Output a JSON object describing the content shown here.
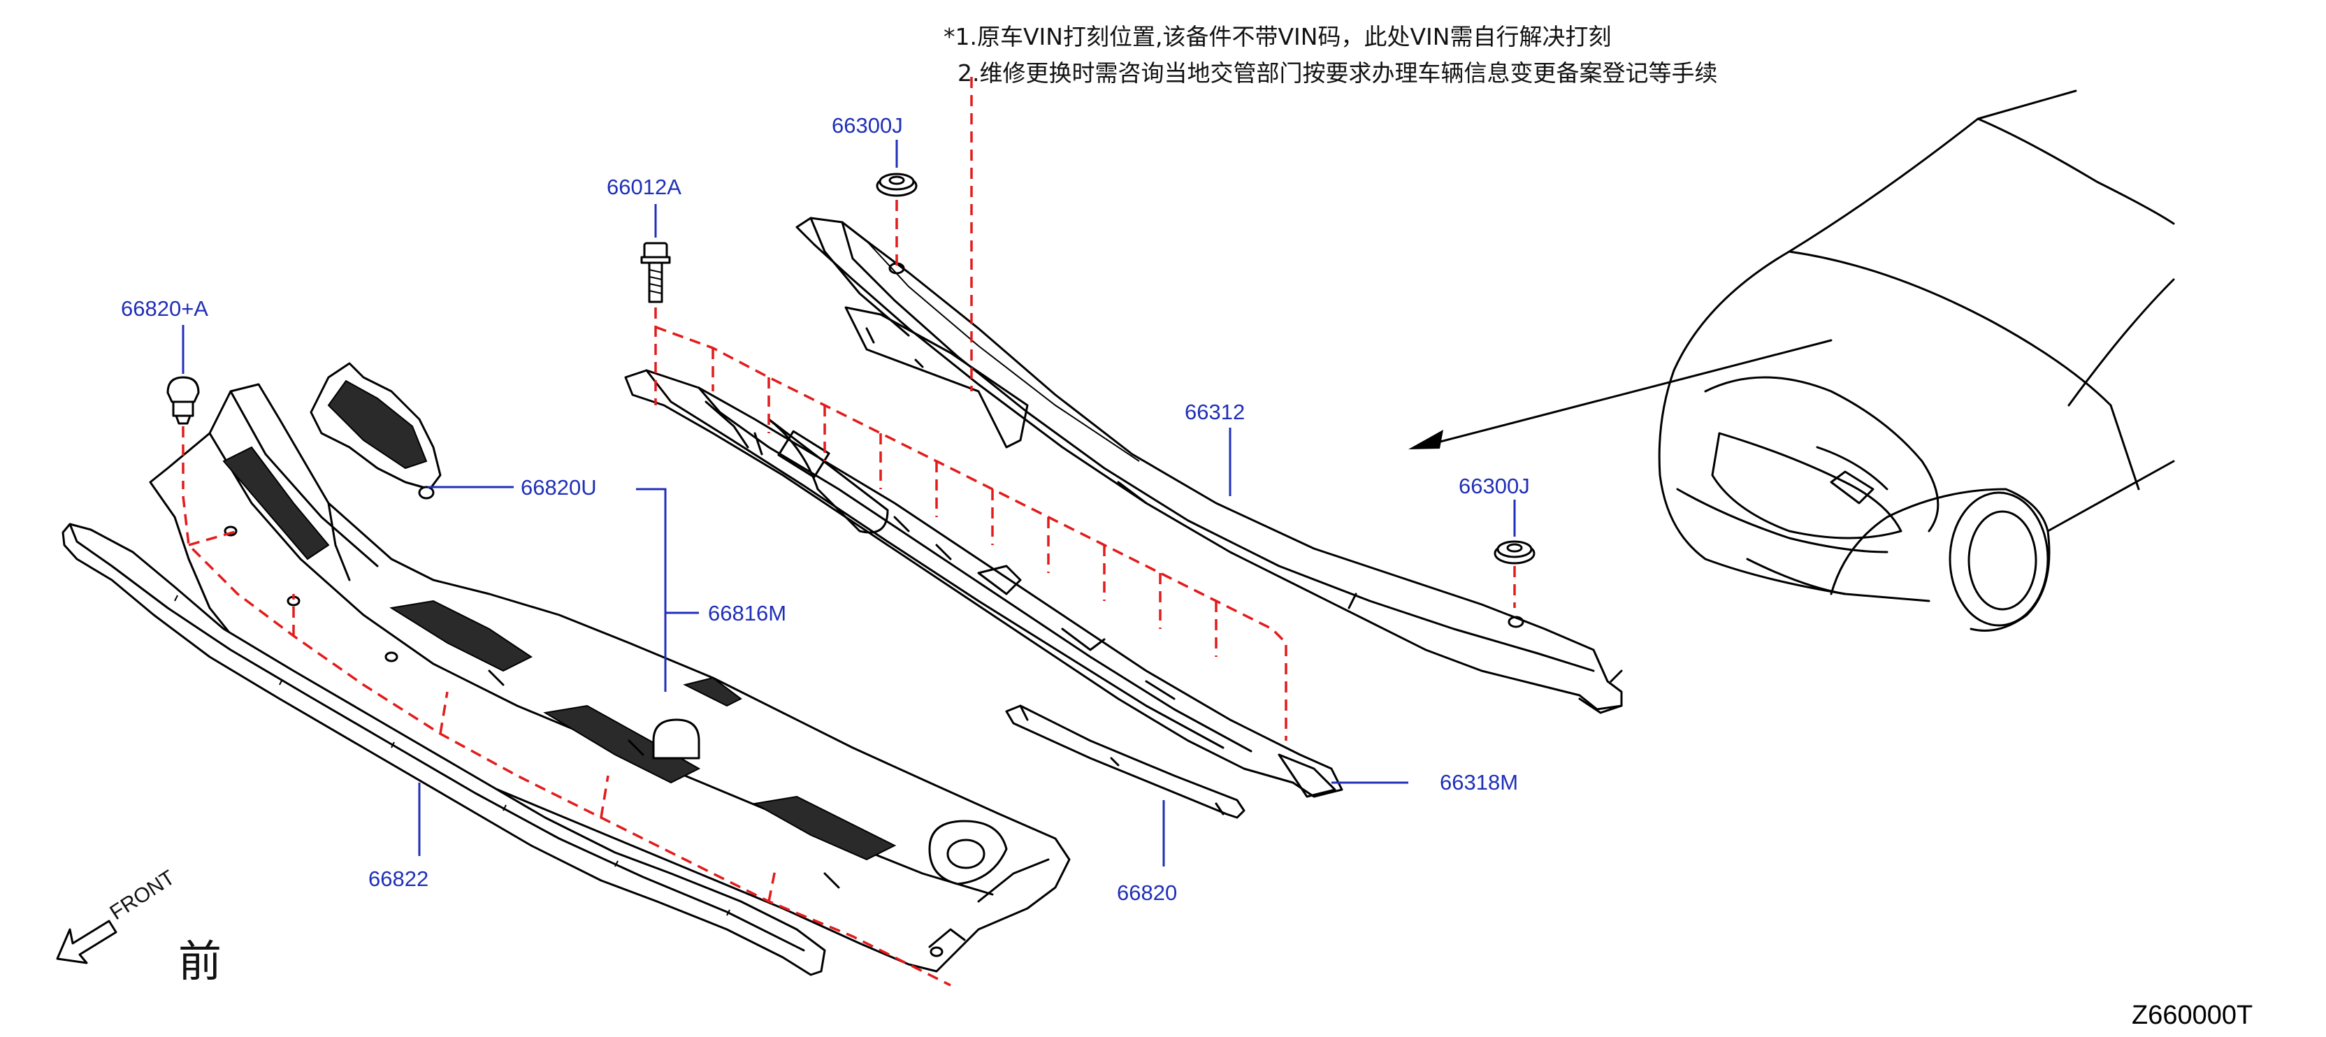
{
  "notes": {
    "line1": "*1.原车VIN打刻位置,该备件不带VIN码，此处VIN需自行解决打刻",
    "line2": "2.维修更换时需咨询当地交管部门按要求办理车辆信息变更备案登记等手续"
  },
  "callouts": {
    "c_66300J_top": "66300J",
    "c_66012A": "66012A",
    "c_66820A": "66820+A",
    "c_66820U": "66820U",
    "c_66816M": "66816M",
    "c_66312": "66312",
    "c_66300J_right": "66300J",
    "c_66318M": "66318M",
    "c_66822": "66822",
    "c_66820": "66820"
  },
  "front": {
    "label": "FRONT",
    "cn": "前"
  },
  "diagram_code": "Z660000T",
  "colors": {
    "callout": "#1f2fb8",
    "guide_dash": "#e21b1b",
    "ink": "#000000"
  }
}
